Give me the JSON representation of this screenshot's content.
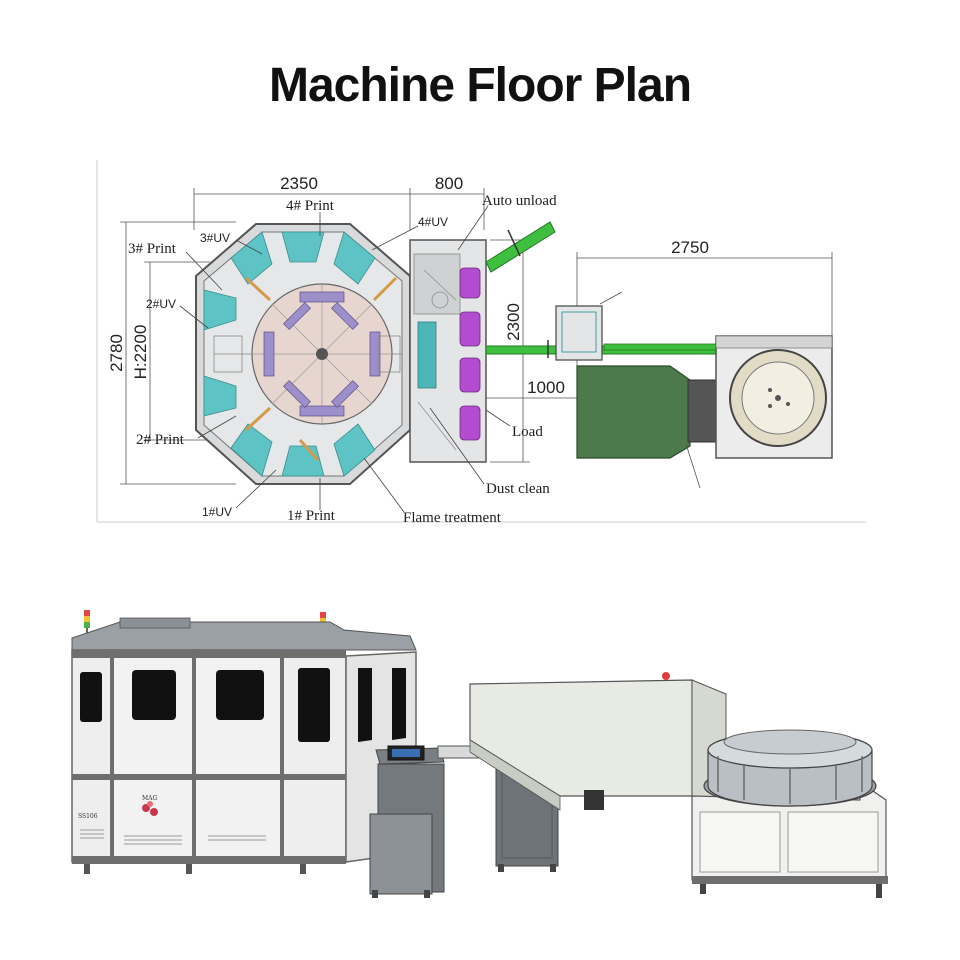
{
  "title": "Machine Floor Plan",
  "dimensions": {
    "d2350": "2350",
    "d800": "800",
    "d2750": "2750",
    "d2780": "2780",
    "d2200": "H:2200",
    "d2300": "2300",
    "d1000": "1000"
  },
  "labels": {
    "auto_unload": "Auto unload",
    "print4": "4# Print",
    "uv4": "4#UV",
    "uv3": "3#UV",
    "print3": "3# Print",
    "uv2": "2#UV",
    "print2": "2# Print",
    "uv1": "1#UV",
    "print1": "1# Print",
    "flame": "Flame treatment",
    "dust": "Dust clean",
    "load": "Load"
  },
  "machine_plates": {
    "model": "SS106",
    "brand": "MAG"
  },
  "colors": {
    "cyan_station": "#5ec3c4",
    "purple_holder": "#b34ccf",
    "green_conveyor": "#3fbf3f",
    "green_hopper": "#4c7a4c",
    "turntable": "#e7d6cf",
    "frame_gray": "#6e6e6e",
    "machine_white": "#f0f0f0"
  }
}
